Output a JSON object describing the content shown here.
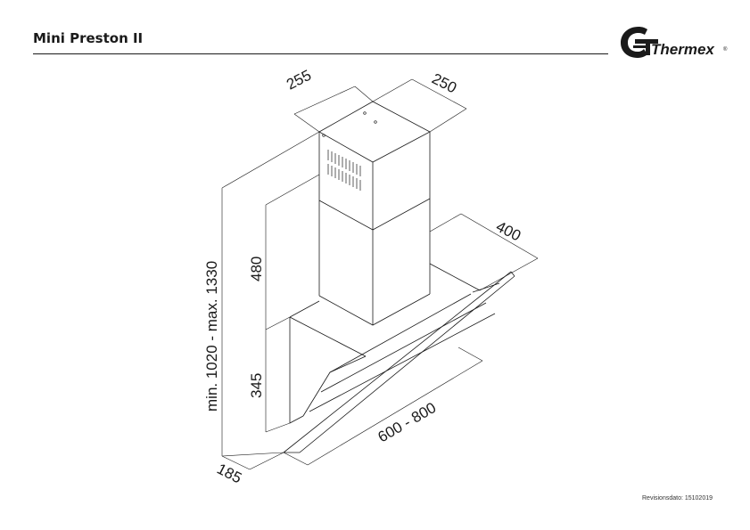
{
  "header": {
    "title": "Mini Preston II",
    "brand": "Thermex",
    "registered_mark": "®"
  },
  "dimensions": {
    "chimney_width": "255",
    "chimney_depth": "250",
    "hood_depth": "400",
    "overall_height": "min. 1020 - max. 1330",
    "chimney_height": "480",
    "hood_height": "345",
    "hood_width": "600 - 800",
    "bottom_depth": "185"
  },
  "footer": {
    "revision": "Revisionsdato: 15102019"
  },
  "colors": {
    "line": "#1a1a1a",
    "logo": "#1a1a1a"
  }
}
